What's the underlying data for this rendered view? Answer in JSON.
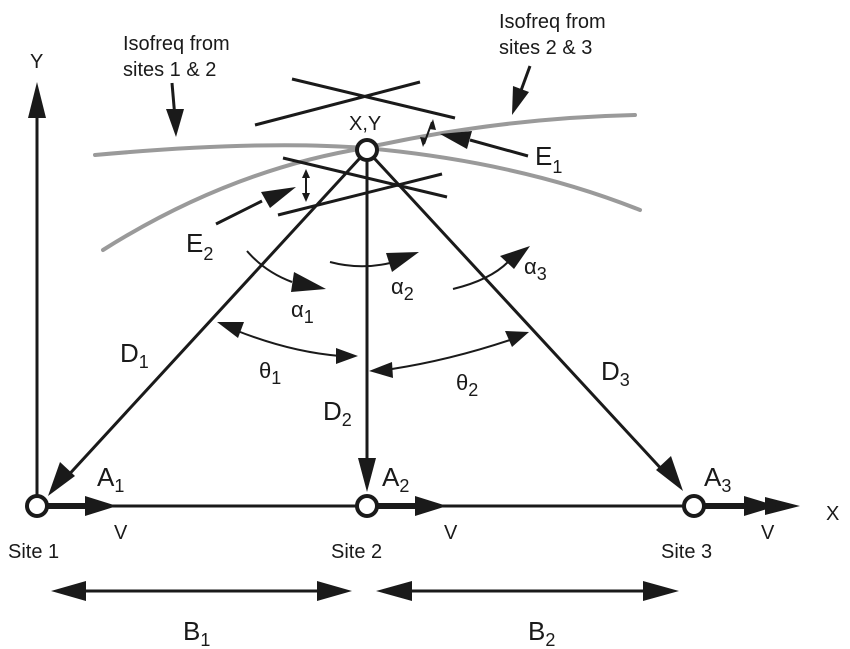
{
  "axes": {
    "x_label": "X",
    "y_label": "Y"
  },
  "target": {
    "label": "X,Y"
  },
  "isofreq": {
    "sites_1_2": {
      "line1": "Isofreq from",
      "line2": "sites 1 & 2"
    },
    "sites_2_3": {
      "line1": "Isofreq from",
      "line2": "sites 2 & 3"
    }
  },
  "errors": {
    "e1": {
      "main": "E",
      "sub": "1"
    },
    "e2": {
      "main": "E",
      "sub": "2"
    }
  },
  "sites": [
    {
      "label": "Site 1",
      "arrival": {
        "main": "A",
        "sub": "1"
      },
      "velocity": "V",
      "distance": {
        "main": "D",
        "sub": "1"
      }
    },
    {
      "label": "Site 2",
      "arrival": {
        "main": "A",
        "sub": "2"
      },
      "velocity": "V",
      "distance": {
        "main": "D",
        "sub": "2"
      }
    },
    {
      "label": "Site 3",
      "arrival": {
        "main": "A",
        "sub": "3"
      },
      "velocity": "V",
      "distance": {
        "main": "D",
        "sub": "3"
      }
    }
  ],
  "alphas": [
    {
      "main": "α",
      "sub": "1"
    },
    {
      "main": "α",
      "sub": "2"
    },
    {
      "main": "α",
      "sub": "3"
    }
  ],
  "thetas": [
    {
      "main": "θ",
      "sub": "1"
    },
    {
      "main": "θ",
      "sub": "2"
    }
  ],
  "baselines": [
    {
      "main": "B",
      "sub": "1"
    },
    {
      "main": "B",
      "sub": "2"
    }
  ],
  "colors": {
    "ink": "#1a1a1a",
    "isofreq": "#9a9a9a",
    "background": "#ffffff"
  }
}
